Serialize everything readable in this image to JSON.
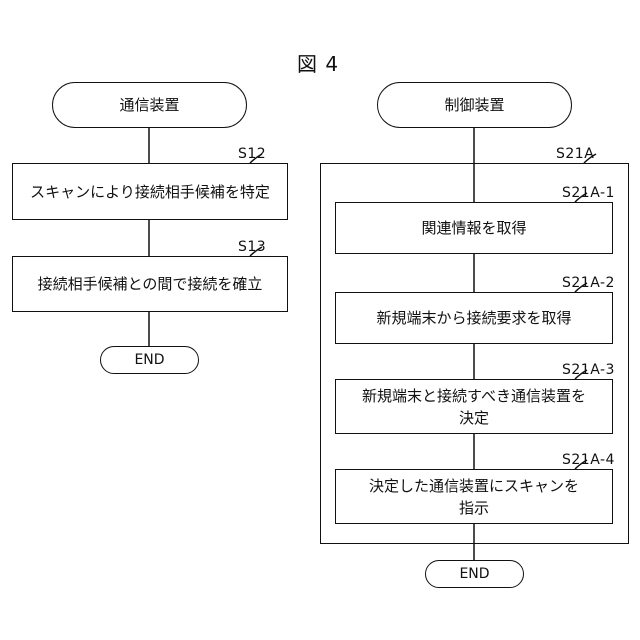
{
  "figure_title": "図 4",
  "left": {
    "start": "通信装置",
    "steps": [
      {
        "id": "S12",
        "text": "スキャンにより接続相手候補を特定"
      },
      {
        "id": "S13",
        "text": "接続相手候補との間で接続を確立"
      }
    ],
    "end": "END"
  },
  "right": {
    "start": "制御装置",
    "group_id": "S21A",
    "steps": [
      {
        "id": "S21A-1",
        "text": "関連情報を取得"
      },
      {
        "id": "S21A-2",
        "text": "新規端末から接続要求を取得"
      },
      {
        "id": "S21A-3",
        "text": "新規端末と接続すべき通信装置を\n決定"
      },
      {
        "id": "S21A-4",
        "text": "決定した通信装置にスキャンを\n指示"
      }
    ],
    "end": "END"
  }
}
